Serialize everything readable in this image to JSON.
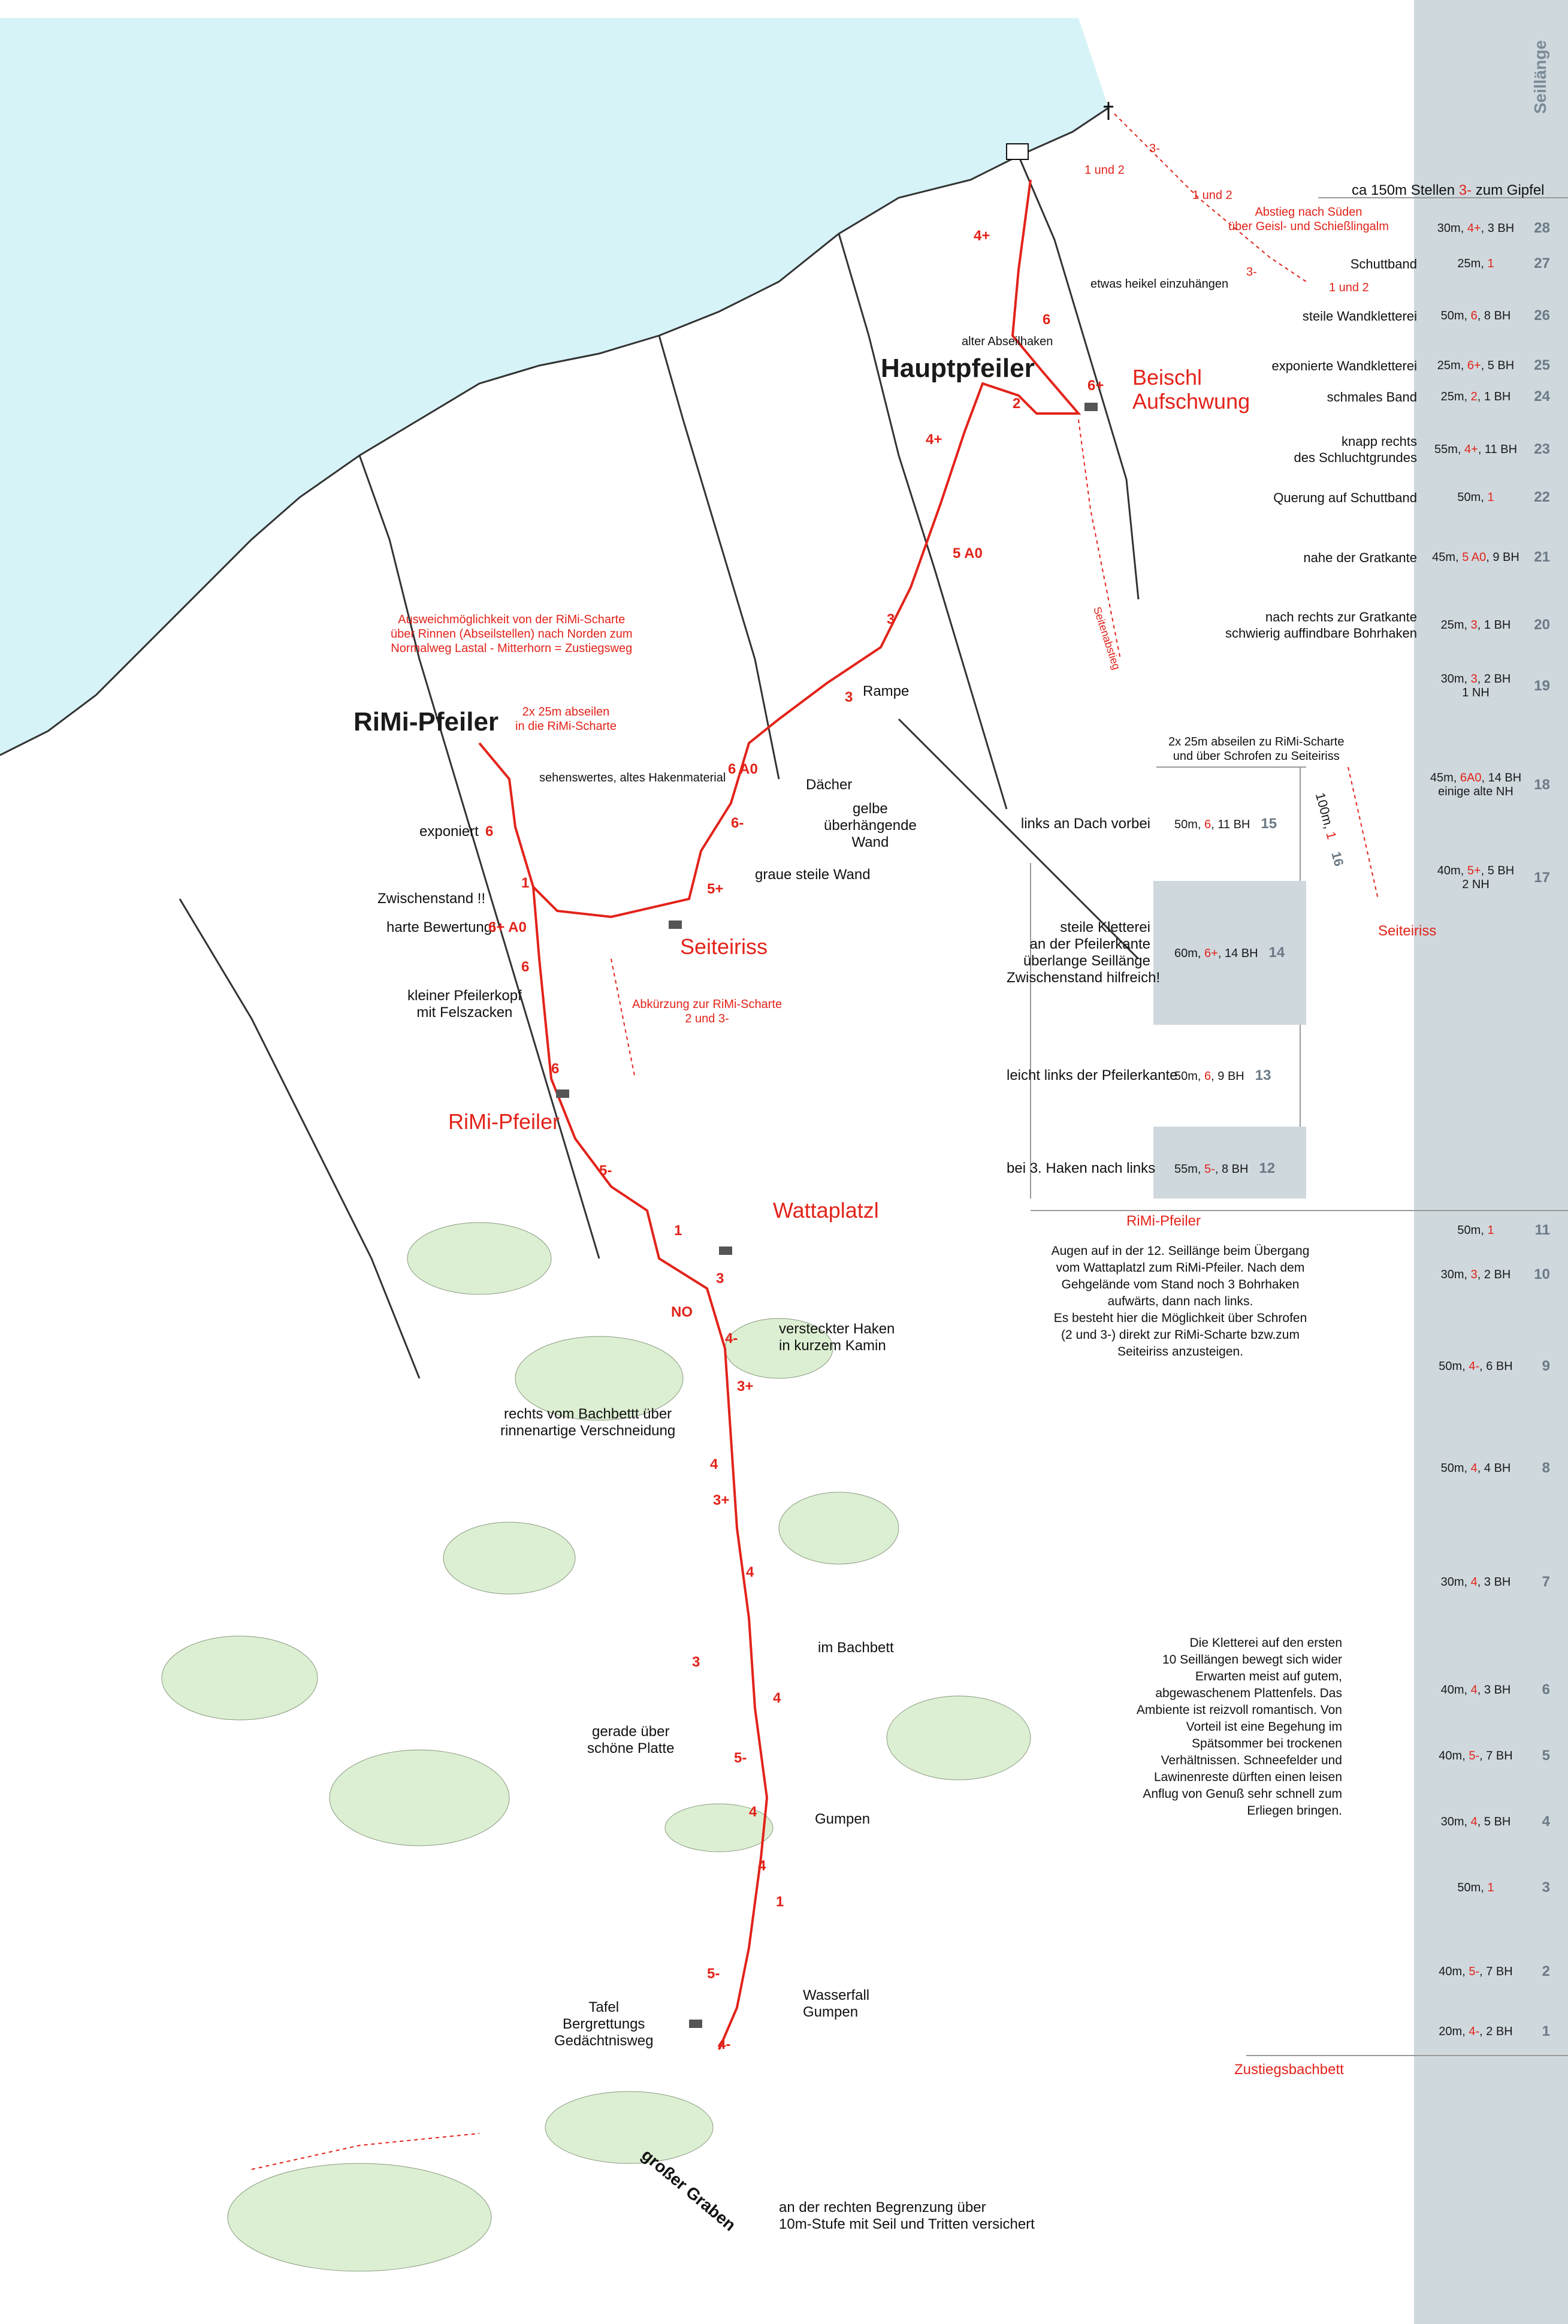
{
  "header": {
    "column_title": "Seillänge"
  },
  "summit": {
    "top_note_prefix": "ca 150m Stellen",
    "top_note_grade": "3-",
    "top_note_suffix": "zum Gipfel",
    "descent_south": "Abstieg nach Süden\nüber Geisl- und Schießlingalm",
    "descent_label_1and2_a": "1 und 2",
    "descent_label_1and2_b": "1 und 2",
    "descent_label_1and2_c": "1 und 2",
    "descent_grade_3minus_a": "3-",
    "descent_grade_3minus_b": "3-"
  },
  "pitches_right": [
    {
      "num": "28",
      "length": "30m,",
      "grade": "4+",
      "extra": ", 3 BH",
      "desc": "",
      "shaded": false
    },
    {
      "num": "27",
      "length": "25m,",
      "grade": "1",
      "extra": "",
      "desc": "Schuttband",
      "shaded": true
    },
    {
      "num": "26",
      "length": "50m,",
      "grade": "6",
      "extra": ", 8 BH",
      "desc": "steile Wandkletterei",
      "shaded": false
    },
    {
      "num": "25",
      "length": "25m,",
      "grade": "6+",
      "extra": ", 5 BH",
      "desc": "exponierte Wandkletterei",
      "shaded": true
    },
    {
      "num": "24",
      "length": "25m,",
      "grade": "2",
      "extra": ", 1 BH",
      "desc": "schmales Band",
      "shaded": false
    },
    {
      "num": "23",
      "length": "55m,",
      "grade": "4+",
      "extra": ", 11 BH",
      "desc": "knapp rechts\ndes Schluchtgrundes",
      "shaded": true
    },
    {
      "num": "22",
      "length": "50m,",
      "grade": "1",
      "extra": "",
      "desc": "Querung auf Schuttband",
      "shaded": false
    },
    {
      "num": "21",
      "length": "45m,",
      "grade": "5 A0",
      "extra": ", 9 BH",
      "desc": "nahe der Gratkante",
      "shaded": true
    },
    {
      "num": "20",
      "length": "25m,",
      "grade": "3",
      "extra": ", 1 BH",
      "desc": "nach rechts zur Gratkante\nschwierig auffindbare Bohrhaken",
      "shaded": false
    },
    {
      "num": "19",
      "length": "30m,",
      "grade": "3",
      "extra": ", 2 BH\n1 NH",
      "desc": "",
      "shaded": true
    },
    {
      "num": "18",
      "length": "45m,",
      "grade": "6A0",
      "extra": ", 14 BH\neinige alte NH",
      "desc": "",
      "shaded": false
    },
    {
      "num": "17",
      "length": "40m,",
      "grade": "5+",
      "extra": ", 5 BH\n2 NH",
      "desc": "",
      "shaded": true
    },
    {
      "num": "11",
      "length": "50m,",
      "grade": "1",
      "extra": "",
      "desc": "",
      "shaded": false
    },
    {
      "num": "10",
      "length": "30m,",
      "grade": "3",
      "extra": ", 2 BH",
      "desc": "",
      "shaded": true
    },
    {
      "num": "9",
      "length": "50m,",
      "grade": "4-",
      "extra": ", 6 BH",
      "desc": "",
      "shaded": false
    },
    {
      "num": "8",
      "length": "50m,",
      "grade": "4",
      "extra": ", 4 BH",
      "desc": "",
      "shaded": true
    },
    {
      "num": "7",
      "length": "30m,",
      "grade": "4",
      "extra": ", 3 BH",
      "desc": "",
      "shaded": false
    },
    {
      "num": "6",
      "length": "40m,",
      "grade": "4",
      "extra": ", 3 BH",
      "desc": "",
      "shaded": true
    },
    {
      "num": "5",
      "length": "40m,",
      "grade": "5-",
      "extra": ", 7 BH",
      "desc": "",
      "shaded": false
    },
    {
      "num": "4",
      "length": "30m,",
      "grade": "4",
      "extra": ", 5 BH",
      "desc": "",
      "shaded": true
    },
    {
      "num": "3",
      "length": "50m,",
      "grade": "1",
      "extra": "",
      "desc": "",
      "shaded": false
    },
    {
      "num": "2",
      "length": "40m,",
      "grade": "5-",
      "extra": ", 7 BH",
      "desc": "",
      "shaded": true
    },
    {
      "num": "1",
      "length": "20m,",
      "grade": "4-",
      "extra": ", 2 BH",
      "desc": "",
      "shaded": false
    }
  ],
  "rimi_pitches": [
    {
      "num": "15",
      "length": "50m,",
      "grade": "6",
      "extra": ", 11 BH",
      "desc": "links an Dach vorbei"
    },
    {
      "num": "14",
      "length": "60m,",
      "grade": "6+",
      "extra": ", 14 BH",
      "desc": "steile Kletterei\nan der Pfeilerkante\nüberlange Seillänge\nZwischenstand hilfreich!"
    },
    {
      "num": "13",
      "length": "50m,",
      "grade": "6",
      "extra": ", 9 BH",
      "desc": "leicht links der Pfeilerkante"
    },
    {
      "num": "12",
      "length": "55m,",
      "grade": "5-",
      "extra": ", 8 BH",
      "desc": "bei 3. Haken nach links"
    }
  ],
  "rimi_header": "2x 25m abseilen zu RiMi-Scharte\nund über Schrofen zu Seiteiriss",
  "pitch16": {
    "num": "16",
    "length": "100m,",
    "grade": "1"
  },
  "seiteiriss_right": "Seiteiriss",
  "rimi_pfeiler_right": "RiMi-Pfeiler",
  "zustieg_label": "Zustiegsbachbett",
  "note_rimi": "Augen auf in der 12. Seillänge beim Übergang\nvom Wattaplatzl zum RiMi-Pfeiler. Nach dem\nGehgelände vom Stand noch 3 Bohrhaken\naufwärts, dann nach links.\nEs besteht hier die Möglichkeit über Schrofen\n(2 und 3-) direkt zur RiMi-Scharte bzw.zum\nSeiteiriss anzusteigen.",
  "note_first": "Die Kletterei auf den ersten\n10 Seillängen bewegt sich wider\nErwarten meist auf gutem,\nabgewaschenem Plattenfels. Das\nAmbiente ist reizvoll romantisch. Von\nVorteil ist eine Begehung im\nSpätsommer bei trockenen\nVerhältnissen. Schneefelder und\nLawinenreste dürften einen leisen\nAnflug von Genuß sehr schnell zum\nErliegen bringen.",
  "topo_labels": {
    "hauptpfeiler": "Hauptpfeiler",
    "rimi_pfeiler_title": "RiMi-Pfeiler",
    "beischl": "Beischl\nAufschwung",
    "wattaplatzl": "Wattaplatzl",
    "seiteiriss": "Seiteiriss",
    "rimi_pfeiler_red": "RiMi-Pfeiler",
    "etwas_heikel": "etwas heikel einzuhängen",
    "alter_abseilhaken": "alter Abseilhaken",
    "ausweich": "Ausweichmöglichkeit von der RiMi-Scharte\nüber Rinnen (Abseilstellen) nach Norden zum\nNormalweg Lastal - Mitterhorn = Zustiegsweg",
    "abseilen_scharte": "2x 25m abseilen\nin die RiMi-Scharte",
    "sehenswertes": "sehenswertes, altes Hakenmaterial",
    "daecher": "Dächer",
    "gelbe": "gelbe\nüberhängende\nWand",
    "graue": "graue steile Wand",
    "rampe": "Rampe",
    "exponiert": "exponiert",
    "zwischenstand": "Zwischenstand !!",
    "harte": "harte Bewertung!",
    "kleiner": "kleiner Pfeilerkopf\nmit Felszacken",
    "abkuerzung": "Abkürzung zur RiMi-Scharte\n2 und 3-",
    "versteckter": "versteckter Haken\nin kurzem Kamin",
    "rechts_bach": "rechts vom Bachbettt über\nrinnenartige Verschneidung",
    "im_bachbett": "im Bachbett",
    "gerade": "gerade über\nschöne Platte",
    "gumpen": "Gumpen",
    "tafel": "Tafel\nBergrettungs\nGedächtnisweg",
    "wasserfall": "Wasserfall\nGumpen",
    "an_der": "an der rechten Begrenzung über\n10m-Stufe mit Seil und Tritten versichert",
    "grosser_graben": "großer Graben",
    "no": "NO",
    "schlussabstieg": "Seitenabstieg",
    "harte_grade": "6+ A0",
    "exponiert_grade": "6"
  },
  "route_grades": [
    "4+",
    "6",
    "6+",
    "2",
    "4+",
    "5 A0",
    "3",
    "3",
    "6 A0",
    "6-",
    "5+",
    "1",
    "6",
    "6",
    "5-",
    "1",
    "3",
    "4-",
    "3+",
    "4",
    "3+",
    "4",
    "3",
    "4",
    "5-",
    "4",
    "4",
    "1",
    "5-",
    "4-"
  ],
  "colors": {
    "route_red": "#e2231a",
    "sky": "#d6f3f8",
    "shade": "#cfd8dd",
    "vegetation": "#dcefd2",
    "rock_line": "#333333"
  }
}
